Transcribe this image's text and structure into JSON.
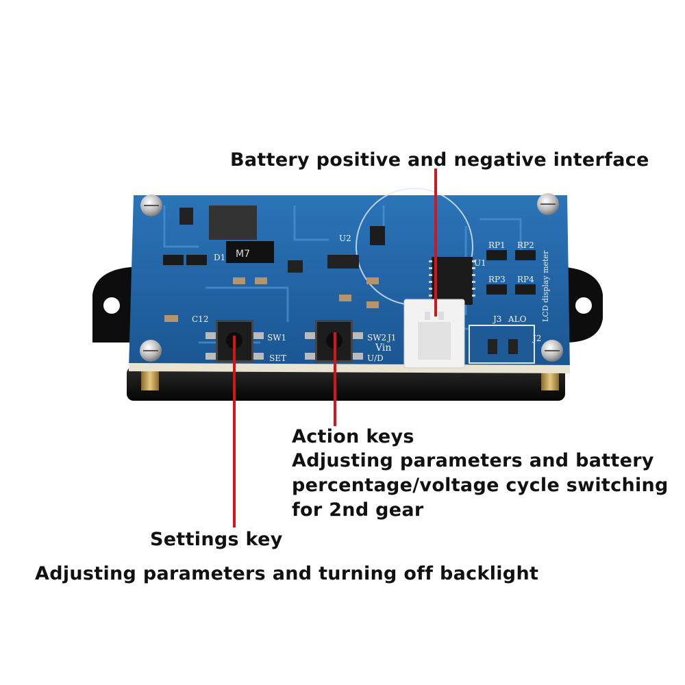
{
  "callouts": {
    "battery_interface": "Battery positive and negative interface",
    "action_keys": {
      "title": "Action keys",
      "line1": "Adjusting parameters and battery",
      "line2": "percentage/voltage cycle switching",
      "line3": "for 2nd gear"
    },
    "settings_key": {
      "title": "Settings key",
      "description": "Adjusting parameters and turning off backlight"
    }
  },
  "pcb_silkscreen": {
    "sw1": "SW1",
    "set": "SET",
    "sw2": "SW2",
    "j1": "J1",
    "vin": "Vin",
    "ud": "U/D",
    "c12": "C12",
    "j3": "J3",
    "alo": "ALO",
    "j2": "J2",
    "lcd_meter": "LCD display meter",
    "rp1": "RP1",
    "rp2": "RP2",
    "rp3": "RP3",
    "rp4": "RP4",
    "u1": "U1",
    "u2": "U2",
    "d1": "D1",
    "m7": "M7"
  },
  "colors": {
    "pcb_blue": "#1f5f9e",
    "pointer_red": "#d8141b",
    "case_black": "#0d0d0d",
    "connector_white": "#f2f2f2"
  }
}
